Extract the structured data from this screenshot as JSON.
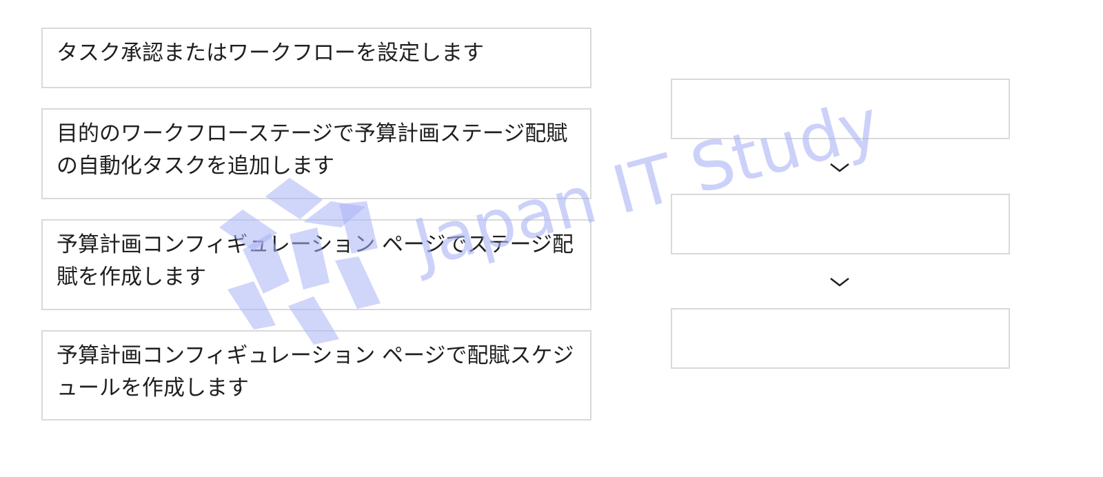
{
  "source_items": [
    "タスク承認またはワークフローを設定します",
    "目的のワークフローステージで予算計画ステージ配賦の自動化タスクを追加します",
    "予算計画コンフィギュレーション ページでステージ配賦を作成します",
    "予算計画コンフィギュレーション ページで配賦スケジュールを作成します"
  ],
  "target_slots": [
    "",
    "",
    ""
  ],
  "watermark": {
    "text": "Japan IT Study",
    "color": "#aab3f5"
  },
  "icons": {
    "arrow": "chevron-down-icon"
  }
}
